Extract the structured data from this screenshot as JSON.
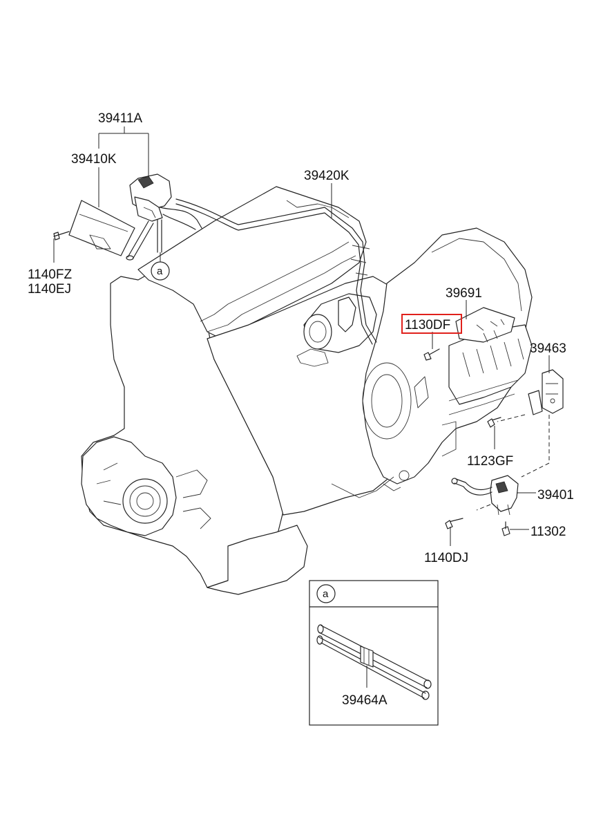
{
  "parts": {
    "p39411A": "39411A",
    "p39410K": "39410K",
    "p39420K": "39420K",
    "p1140FZ": "1140FZ",
    "p1140EJ": "1140EJ",
    "p39691": "39691",
    "p1130DF": "1130DF",
    "p39463": "39463",
    "p1123GF": "1123GF",
    "p39401": "39401",
    "p11302": "11302",
    "p1140DJ": "1140DJ",
    "p39464A": "39464A"
  },
  "callouts": {
    "ref_a": "a",
    "detail_a": "a"
  },
  "highlight": {
    "color": "#e0201b",
    "part": "1130DF"
  }
}
